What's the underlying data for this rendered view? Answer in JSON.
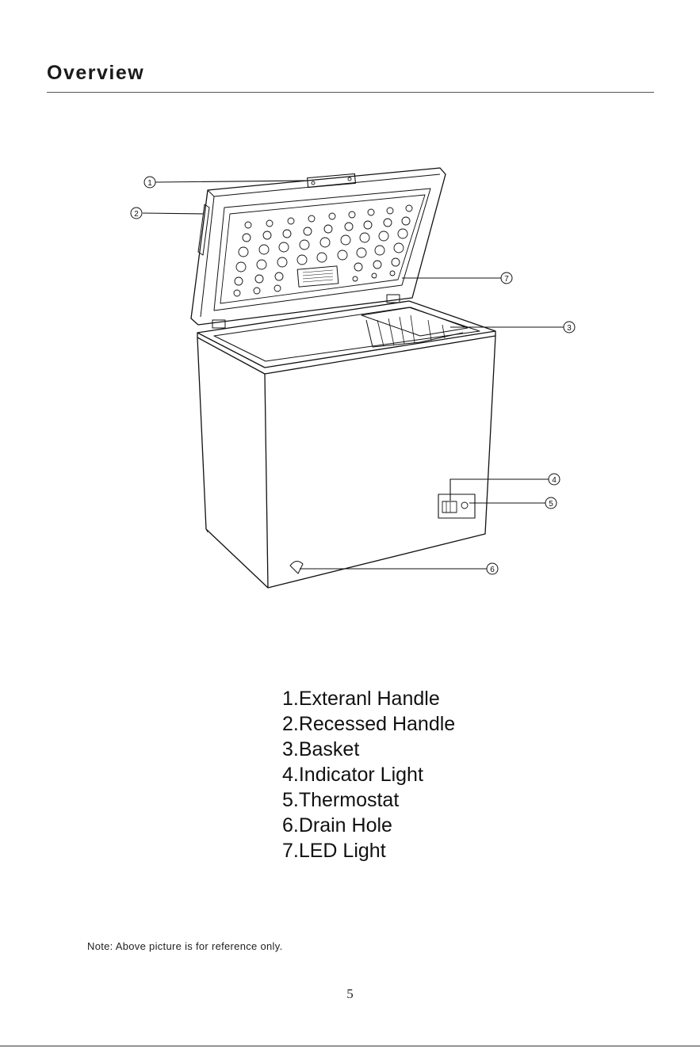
{
  "page": {
    "title": "Overview",
    "note": "Note: Above picture is for reference only.",
    "page_number": "5"
  },
  "callouts": [
    "1",
    "2",
    "3",
    "4",
    "5",
    "6",
    "7"
  ],
  "parts": [
    "1.Exteranl Handle",
    "2.Recessed Handle",
    "3.Basket",
    "4.Indicator Light",
    "5.Thermostat",
    "6.Drain Hole",
    "7.LED Light"
  ]
}
